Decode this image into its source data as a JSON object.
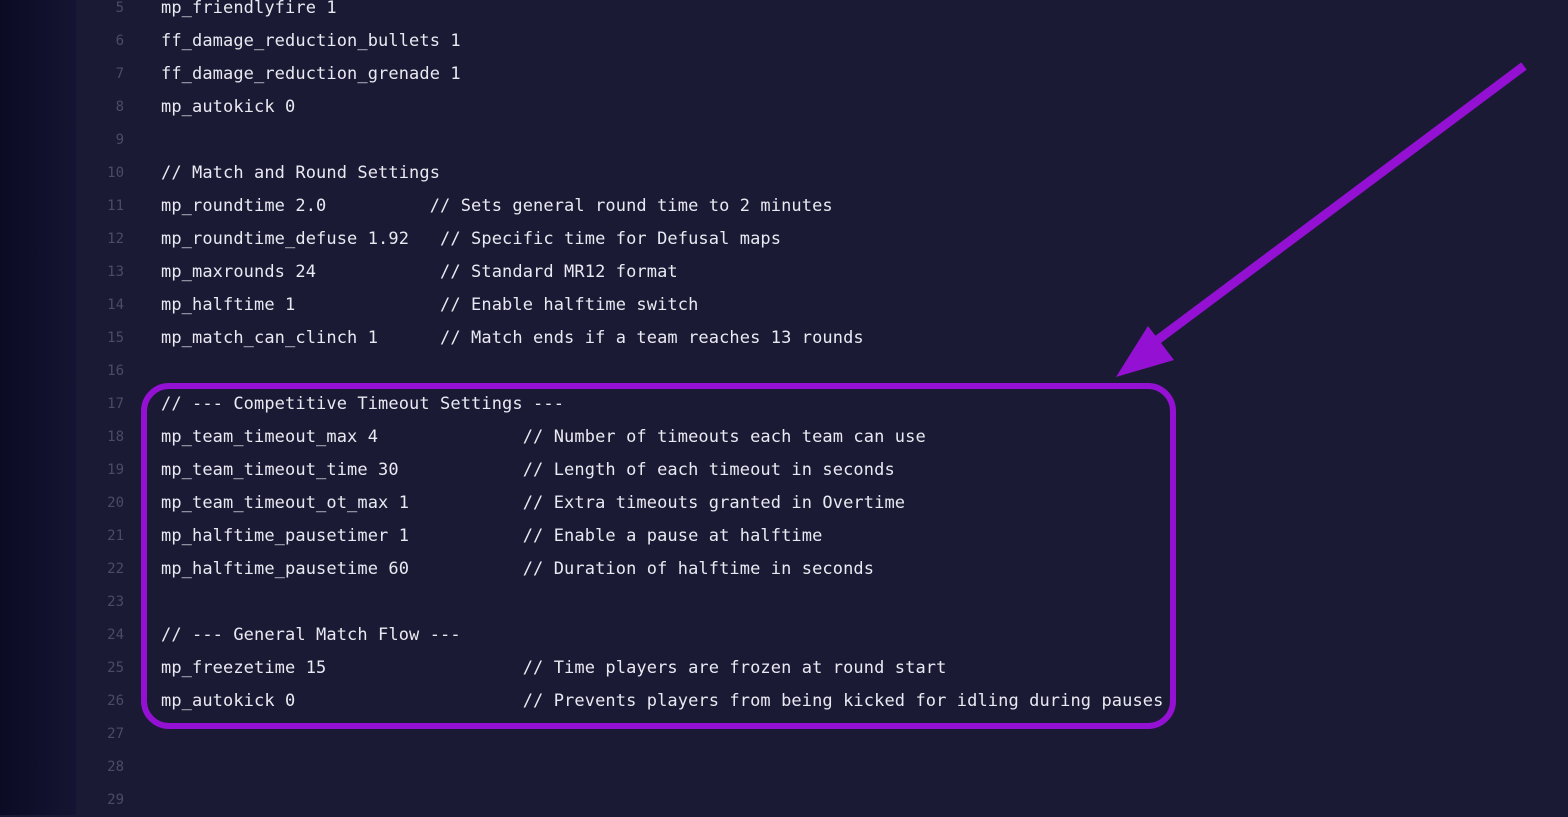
{
  "editor": {
    "lines": [
      {
        "number": "5",
        "text": "mp_friendlyfire 1"
      },
      {
        "number": "6",
        "text": "ff_damage_reduction_bullets 1"
      },
      {
        "number": "7",
        "text": "ff_damage_reduction_grenade 1"
      },
      {
        "number": "8",
        "text": "mp_autokick 0"
      },
      {
        "number": "9",
        "text": ""
      },
      {
        "number": "10",
        "text": "// Match and Round Settings"
      },
      {
        "number": "11",
        "text": "mp_roundtime 2.0          // Sets general round time to 2 minutes"
      },
      {
        "number": "12",
        "text": "mp_roundtime_defuse 1.92   // Specific time for Defusal maps"
      },
      {
        "number": "13",
        "text": "mp_maxrounds 24            // Standard MR12 format"
      },
      {
        "number": "14",
        "text": "mp_halftime 1              // Enable halftime switch"
      },
      {
        "number": "15",
        "text": "mp_match_can_clinch 1      // Match ends if a team reaches 13 rounds"
      },
      {
        "number": "16",
        "text": ""
      },
      {
        "number": "17",
        "text": "// --- Competitive Timeout Settings ---"
      },
      {
        "number": "18",
        "text": "mp_team_timeout_max 4              // Number of timeouts each team can use"
      },
      {
        "number": "19",
        "text": "mp_team_timeout_time 30            // Length of each timeout in seconds"
      },
      {
        "number": "20",
        "text": "mp_team_timeout_ot_max 1           // Extra timeouts granted in Overtime"
      },
      {
        "number": "21",
        "text": "mp_halftime_pausetimer 1           // Enable a pause at halftime"
      },
      {
        "number": "22",
        "text": "mp_halftime_pausetime 60           // Duration of halftime in seconds"
      },
      {
        "number": "23",
        "text": ""
      },
      {
        "number": "24",
        "text": "// --- General Match Flow ---"
      },
      {
        "number": "25",
        "text": "mp_freezetime 15                   // Time players are frozen at round start"
      },
      {
        "number": "26",
        "text": "mp_autokick 0                      // Prevents players from being kicked for idling during pauses"
      },
      {
        "number": "27",
        "text": ""
      },
      {
        "number": "28",
        "text": ""
      },
      {
        "number": "29",
        "text": ""
      }
    ]
  },
  "annotation": {
    "color": "#9411d3"
  }
}
